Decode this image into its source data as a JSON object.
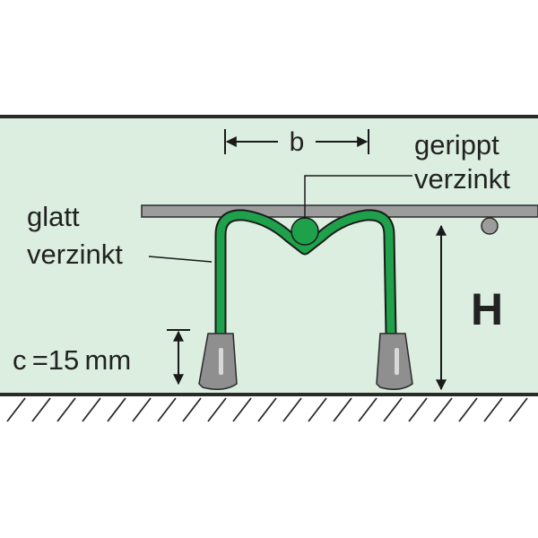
{
  "labels": {
    "width": "b",
    "ribbed_line1": "gerippt",
    "ribbed_line2": "verzinkt",
    "smooth_line1": "glatt",
    "smooth_line2": "verzinkt",
    "cover": "c =15 mm",
    "height": "H"
  },
  "colors": {
    "background_fill": "#dbeedf",
    "outline": "#2a2a2a",
    "rebar_bar": "#9c9c9c",
    "spacer_wire": "#1fa04a",
    "spacer_foot": "#8f8f8f",
    "dimension_lines": "#1a1a1a"
  }
}
